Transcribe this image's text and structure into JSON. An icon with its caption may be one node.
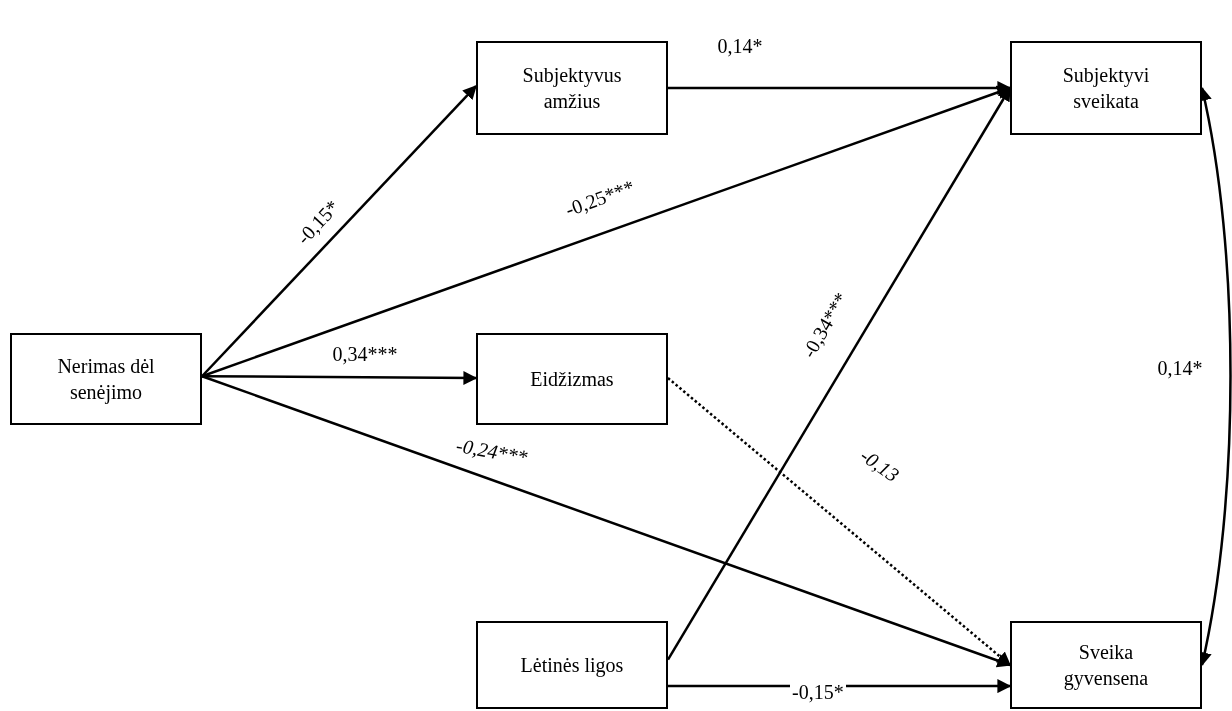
{
  "diagram": {
    "nodes": [
      {
        "text": [
          "Nerimas dėl senėjimo"
        ]
      },
      {
        "text": [
          "Subjektyvus amžius"
        ]
      },
      {
        "text": [
          "Eidžizmas"
        ]
      },
      {
        "text": [
          "Lėtinės ligos"
        ]
      },
      {
        "text": [
          "Subjektyvi sveikata"
        ]
      },
      {
        "text": [
          "Sveika gyvensena"
        ]
      }
    ],
    "edges": [
      {
        "from": 0,
        "to": 1,
        "arrow": "to",
        "label": "-0,15*"
      },
      {
        "from": 0,
        "to": 4,
        "arrow": "to",
        "label": "-0,25***"
      },
      {
        "from": 0,
        "to": 2,
        "arrow": "to",
        "label": "0,34***"
      },
      {
        "from": 0,
        "to": 5,
        "arrow": "to",
        "label": "-0,24***"
      },
      {
        "from": 1,
        "to": 4,
        "arrow": "to",
        "label": "0,14*"
      },
      {
        "from": 3,
        "to": 4,
        "arrow": "to",
        "label": "-0,34***"
      },
      {
        "from": 3,
        "to": 5,
        "arrow": "to",
        "label": "-0,15*"
      },
      {
        "from": 2,
        "to": 5,
        "arrow": "to",
        "label": "-0,13",
        "style": "dashed"
      },
      {
        "from": 4,
        "to": 5,
        "arrow": "both",
        "label": "0,14*"
      }
    ]
  }
}
